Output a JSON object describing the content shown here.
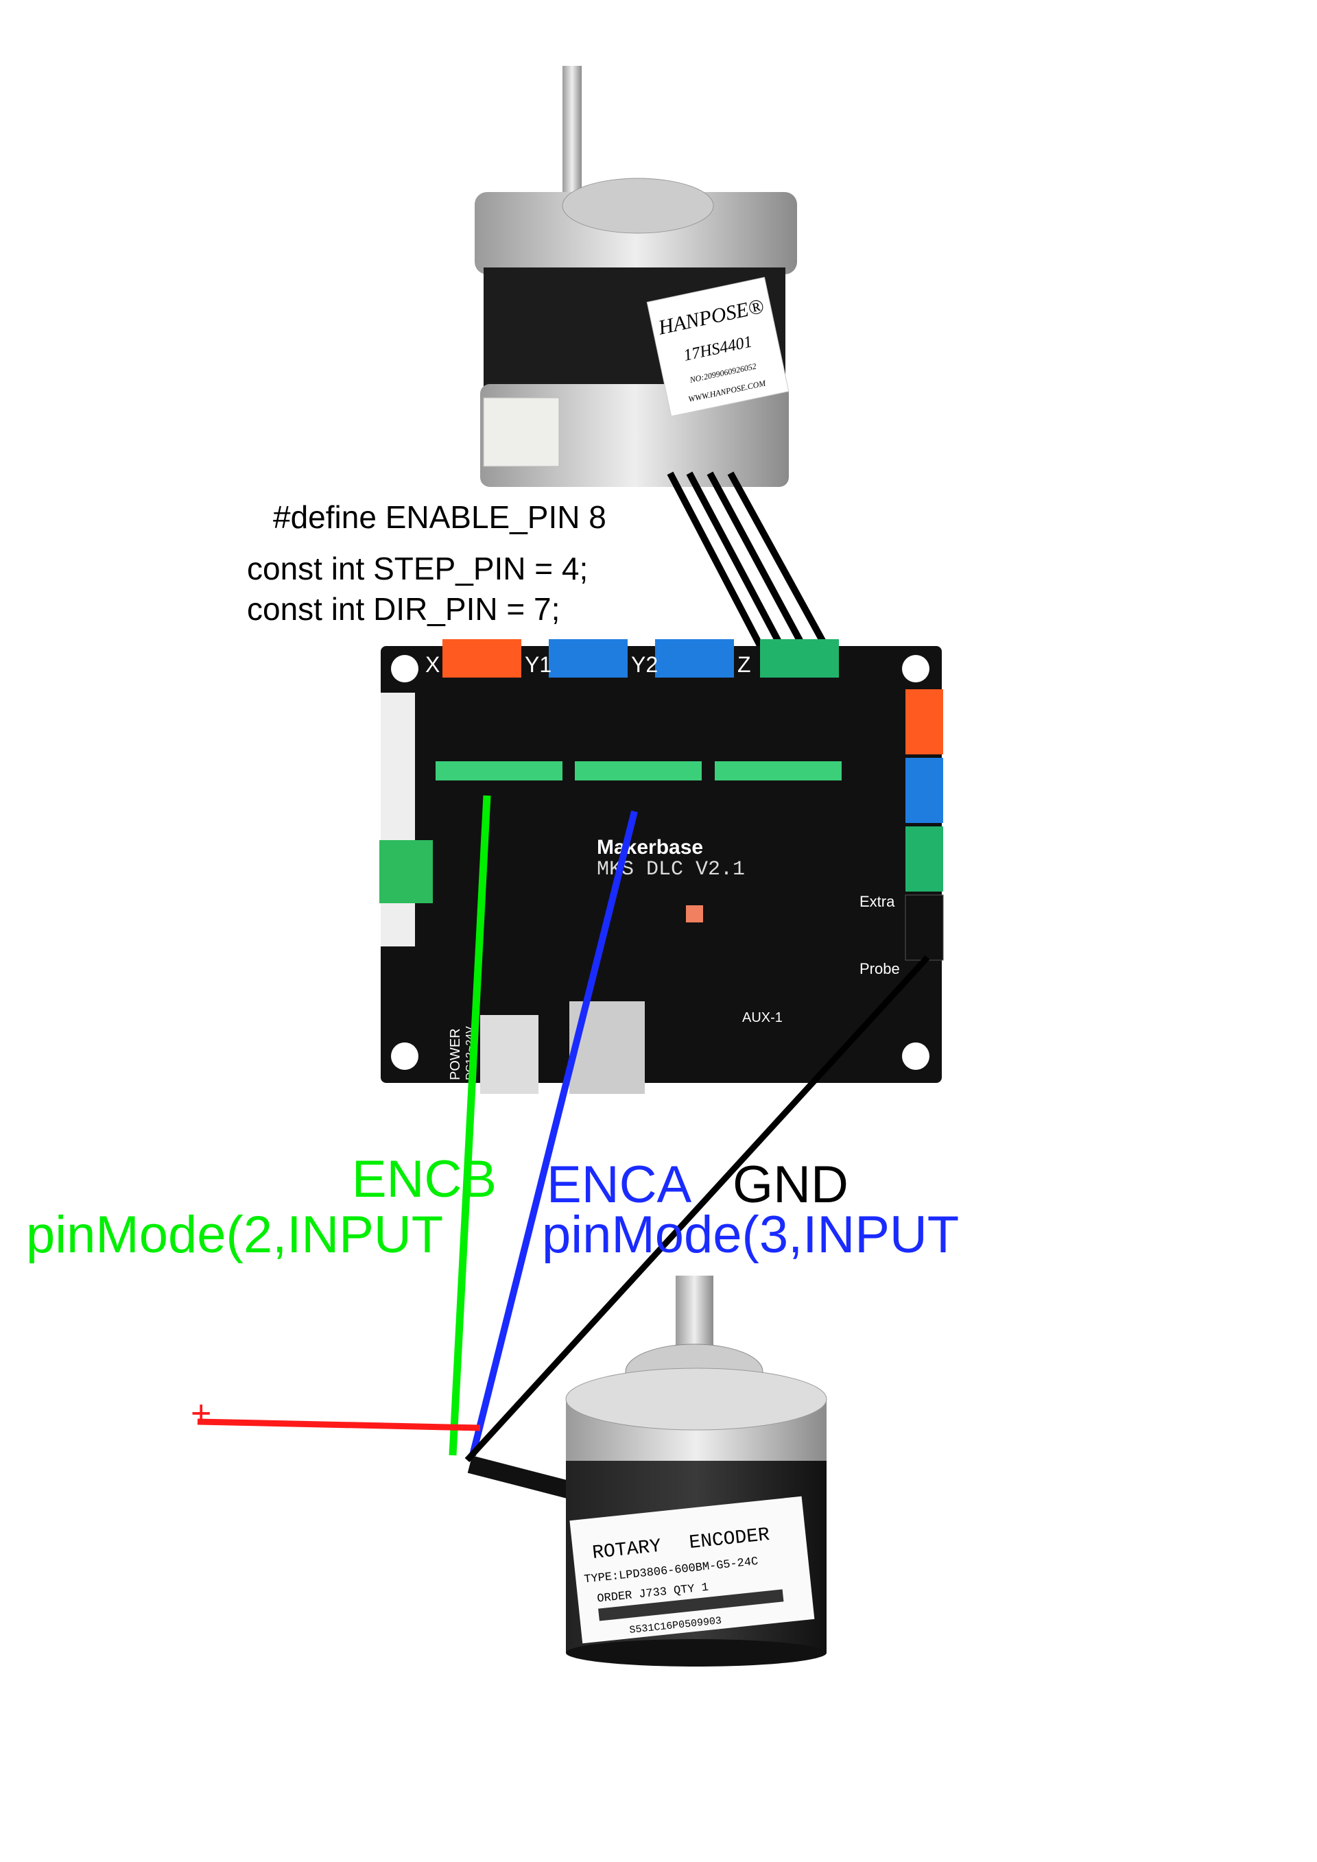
{
  "code_labels": {
    "enable": "#define ENABLE_PIN  8",
    "step": "const int STEP_PIN = 4;",
    "dir": "const int DIR_PIN = 7;"
  },
  "wire_labels": {
    "encb": "ENCB",
    "encb_code": "pinMode(2,INPUT",
    "enca": "ENCA",
    "enca_code": "pinMode(3,INPUT",
    "gnd": "GND",
    "plus": "+"
  },
  "motor": {
    "brand": "HANPOSE®",
    "model": "17HS4401",
    "serial": "NO:2099060926052",
    "site": "WWW.HANPOSE.COM"
  },
  "board": {
    "brand": "Makerbase",
    "model": "MKS DLC V2.1",
    "axes": [
      "X",
      "Y1",
      "Y2",
      "Z"
    ],
    "side_labels": [
      "Extra",
      "Probe",
      "AUX-1",
      "POWER",
      "DC12~24V"
    ]
  },
  "encoder": {
    "title_left": "ROTARY",
    "title_right": "ENCODER",
    "type": "TYPE:LPD3806-600BM-G5-24C",
    "order": "ORDER   J733   QTY   1",
    "serial": "S531C16P0509903"
  },
  "colors": {
    "encb_wire": "#00ee00",
    "enca_wire": "#1a2bff",
    "gnd_wire": "#000000",
    "power_wire": "#ff1a1a",
    "board": "#111111"
  }
}
